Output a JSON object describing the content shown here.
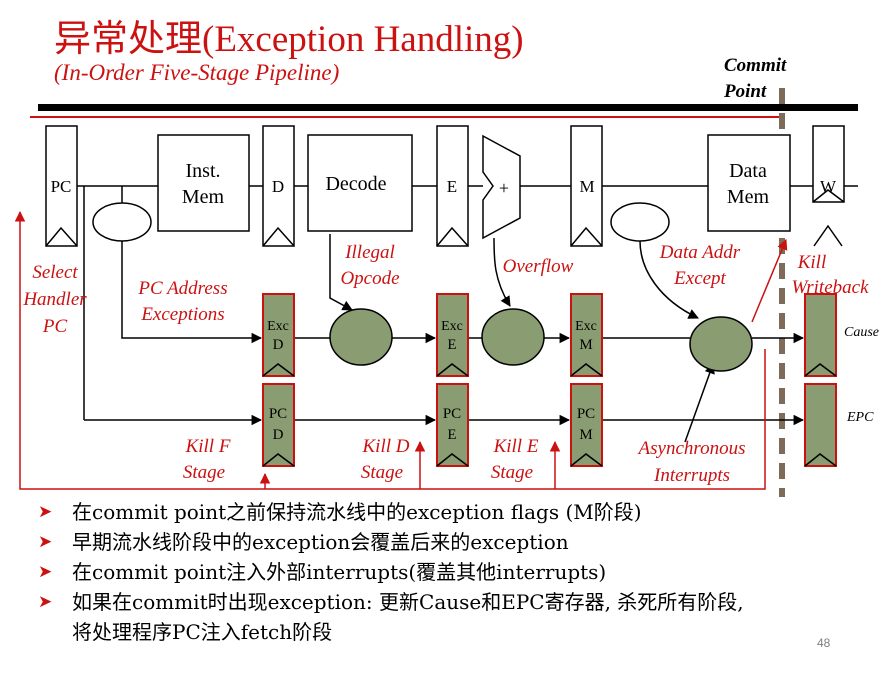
{
  "title": "异常处理(Exception Handling)",
  "subtitle": "(In-Order Five-Stage Pipeline)",
  "commit": {
    "line1": "Commit",
    "line2": "Point"
  },
  "pipeline": {
    "pc": "PC",
    "inst_mem": [
      "Inst.",
      "Mem"
    ],
    "d_reg": "D",
    "decode": "Decode",
    "e_reg": "E",
    "alu": "+",
    "m_reg": "M",
    "data_mem": [
      "Data",
      "Mem"
    ],
    "w_reg": "W"
  },
  "exc_regs": {
    "exc_d": [
      "Exc",
      "D"
    ],
    "exc_e": [
      "Exc",
      "E"
    ],
    "exc_m": [
      "Exc",
      "M"
    ],
    "pc_d": [
      "PC",
      "D"
    ],
    "pc_e": [
      "PC",
      "E"
    ],
    "pc_m": [
      "PC",
      "M"
    ],
    "cause": "Cause",
    "epc": "EPC"
  },
  "labels": {
    "select_handler": [
      "Select",
      "Handler",
      "PC"
    ],
    "pc_address": [
      "PC Address",
      "Exceptions"
    ],
    "illegal": [
      "Illegal",
      "Opcode"
    ],
    "overflow": "Overflow",
    "data_addr": [
      "Data Addr",
      "Except"
    ],
    "kill_wb": [
      "Kill",
      "Writeback"
    ],
    "kill_f": [
      "Kill F",
      "Stage"
    ],
    "kill_d": [
      "Kill D",
      "Stage"
    ],
    "kill_e": [
      "Kill E",
      "Stage"
    ],
    "async": [
      "Asynchronous",
      "Interrupts"
    ]
  },
  "bullets": [
    "在commit point之前保持流水线中的exception flags (M阶段)",
    "早期流水线阶段中的exception会覆盖后来的exception",
    "在commit point注入外部interrupts(覆盖其他interrupts)",
    "如果在commit时出现exception: 更新Cause和EPC寄存器, 杀死所有阶段,"
  ],
  "bullet_cont": "将处理程序PC注入fetch阶段",
  "page_number": "48",
  "colors": {
    "accent_red": "#cc1111",
    "green": "#8a9c72",
    "commit_line": "#7f6b5a"
  }
}
